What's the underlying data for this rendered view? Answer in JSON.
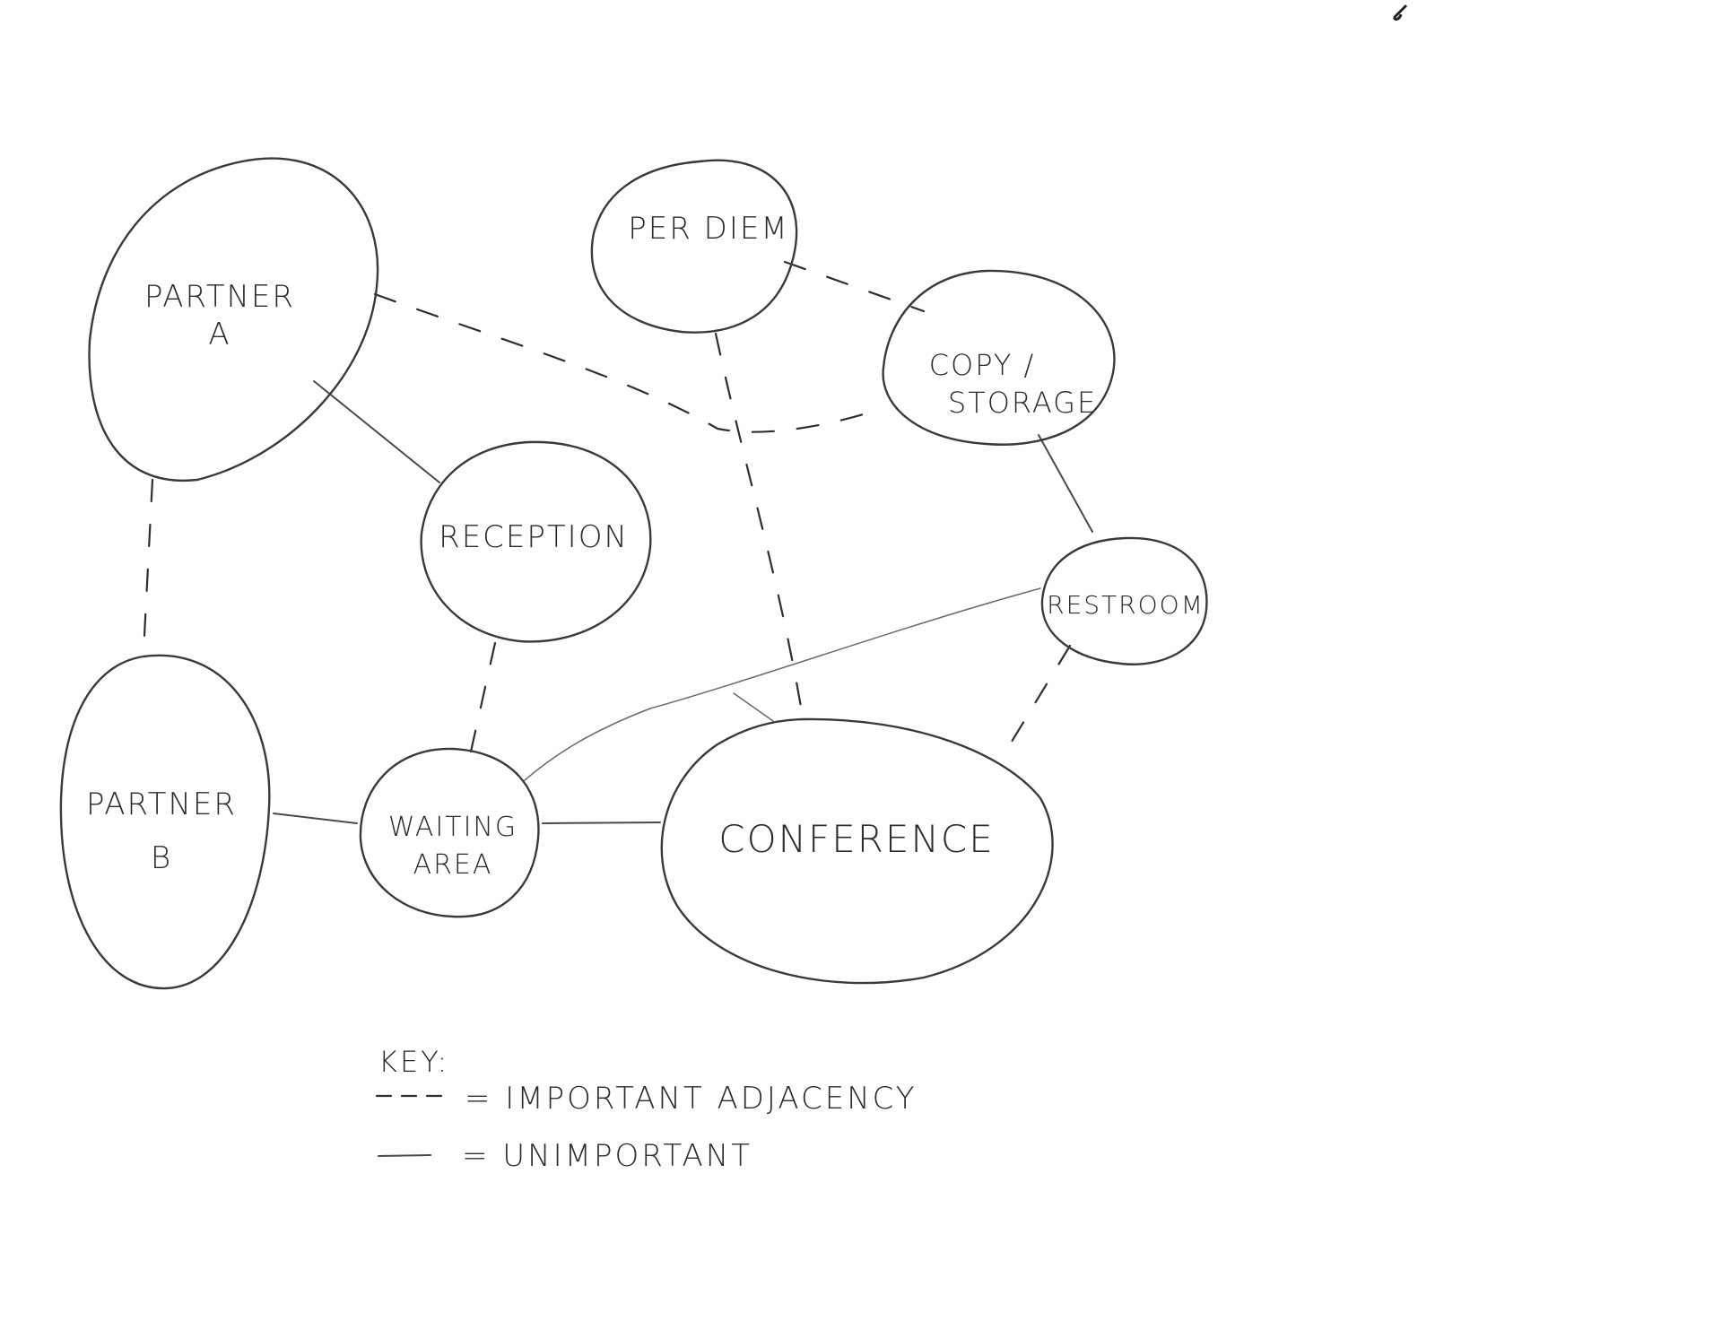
{
  "diagram": {
    "type": "bubble adjacency diagram",
    "nodes": [
      {
        "id": "partner_a",
        "lines": [
          "PARTNER",
          "A"
        ]
      },
      {
        "id": "per_diem",
        "lines": [
          "PER DIEM"
        ]
      },
      {
        "id": "copy_storage",
        "lines": [
          "COPY /",
          "STORAGE"
        ]
      },
      {
        "id": "reception",
        "lines": [
          "RECEPTION"
        ]
      },
      {
        "id": "restroom",
        "lines": [
          "RESTROOM"
        ]
      },
      {
        "id": "partner_b",
        "lines": [
          "PARTNER",
          "B"
        ]
      },
      {
        "id": "waiting_area",
        "lines": [
          "WAITING",
          "AREA"
        ]
      },
      {
        "id": "conference",
        "lines": [
          "CONFERENCE"
        ]
      }
    ],
    "edges": [
      {
        "from": "partner_a",
        "to": "copy_storage",
        "style": "dashed",
        "meaning": "important adjacency"
      },
      {
        "from": "partner_a",
        "to": "partner_b",
        "style": "dashed",
        "meaning": "important adjacency"
      },
      {
        "from": "partner_a",
        "to": "reception",
        "style": "solid",
        "meaning": "unimportant"
      },
      {
        "from": "per_diem",
        "to": "copy_storage",
        "style": "dashed",
        "meaning": "important adjacency"
      },
      {
        "from": "per_diem",
        "to": "conference",
        "style": "dashed",
        "meaning": "important adjacency"
      },
      {
        "from": "copy_storage",
        "to": "restroom",
        "style": "solid",
        "meaning": "unimportant"
      },
      {
        "from": "reception",
        "to": "waiting_area",
        "style": "dashed",
        "meaning": "important adjacency"
      },
      {
        "from": "restroom",
        "to": "waiting_area",
        "style": "solid",
        "meaning": "unimportant"
      },
      {
        "from": "restroom",
        "to": "conference",
        "style": "dashed",
        "meaning": "important adjacency"
      },
      {
        "from": "partner_b",
        "to": "waiting_area",
        "style": "solid",
        "meaning": "unimportant"
      },
      {
        "from": "waiting_area",
        "to": "conference",
        "style": "solid",
        "meaning": "unimportant"
      }
    ]
  },
  "key": {
    "title": "KEY:",
    "items": [
      {
        "symbol": "- - -",
        "label": "= IMPORTANT ADJACENCY"
      },
      {
        "symbol": "——",
        "label": "= UNIMPORTANT"
      }
    ]
  },
  "colors": {
    "paper": "#ffffff",
    "pencil": "#3a3a3a"
  }
}
